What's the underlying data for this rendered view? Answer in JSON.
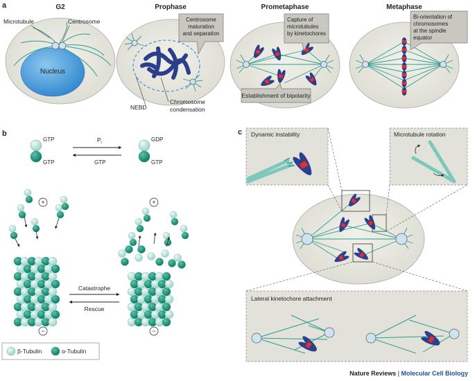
{
  "panels": {
    "a": "a",
    "b": "b",
    "c": "c"
  },
  "phases": {
    "g2": "G2",
    "prophase": "Prophase",
    "prometaphase": "Prometaphase",
    "metaphase": "Metaphase"
  },
  "labels": {
    "microtubule": "Microtubule",
    "centrosome": "Centrosome",
    "nucleus": "Nucleus",
    "nebd": "NEBD",
    "chromosome_condensation_1": "Chromosome",
    "chromosome_condensation_2": "condensation",
    "centrosome_maturation_1": "Centrosome",
    "centrosome_maturation_2": "maturation",
    "centrosome_maturation_3": "and separation",
    "capture_1": "Capture of",
    "capture_2": "microtubules",
    "capture_3": "by kinetochores",
    "biorientation_1": "Bi-orientation of",
    "biorientation_2": "chromosomes",
    "biorientation_3": "at the spindle",
    "biorientation_4": "equator",
    "bipolarity": "Establishment of bipolarity"
  },
  "panel_b": {
    "gtp_top": "GTP",
    "gtp_bottom": "GTP",
    "gdp": "GDP",
    "gtp_right": "GTP",
    "pi": "P",
    "pi_sub": "i",
    "gtp_arrow": "GTP",
    "plus": "+",
    "minus": "−",
    "catastrophe": "Catastrophe",
    "rescue": "Rescue",
    "legend_beta": "β-Tubulin",
    "legend_alpha": "α-Tubulin"
  },
  "panel_c": {
    "dynamic_instability": "Dynamic instability",
    "microtubule_rotation": "Microtubule rotation",
    "lateral_attachment": "Lateral kinetochore attachment"
  },
  "footer": {
    "journal": "Nature Reviews",
    "separator": " | ",
    "title": "Molecular Cell Biology"
  },
  "colors": {
    "cell_fill": "#e6e6de",
    "microtubule": "#2a9d8f",
    "chromosome": "#2b3f8c",
    "kinetochore": "#e0302a",
    "nucleus": "#3a93d6",
    "callout": "#c8c8c0",
    "beta_tubulin": "#bfe3dc",
    "alpha_tubulin": "#1f8f7a"
  }
}
